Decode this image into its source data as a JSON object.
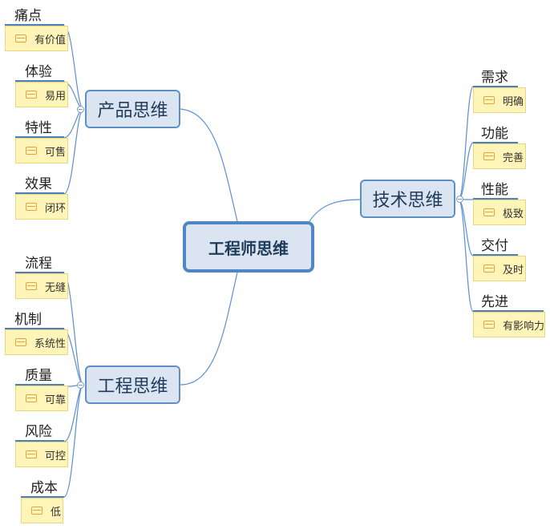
{
  "root": {
    "label": "工程师思维"
  },
  "branches": {
    "product": {
      "label": "产品思维",
      "items": [
        {
          "label": "痛点",
          "note": "有价值"
        },
        {
          "label": "体验",
          "note": "易用"
        },
        {
          "label": "特性",
          "note": "可售"
        },
        {
          "label": "效果",
          "note": "闭环"
        }
      ]
    },
    "engineering": {
      "label": "工程思维",
      "items": [
        {
          "label": "流程",
          "note": "无缝"
        },
        {
          "label": "机制",
          "note": "系统性"
        },
        {
          "label": "质量",
          "note": "可靠"
        },
        {
          "label": "风险",
          "note": "可控"
        },
        {
          "label": "成本",
          "note": "低"
        }
      ]
    },
    "tech": {
      "label": "技术思维",
      "items": [
        {
          "label": "需求",
          "note": "明确"
        },
        {
          "label": "功能",
          "note": "完善"
        },
        {
          "label": "性能",
          "note": "极致"
        },
        {
          "label": "交付",
          "note": "及时"
        },
        {
          "label": "先进",
          "note": "有影响力"
        }
      ]
    }
  },
  "colors": {
    "line": "#5b8fcf",
    "node_fill": "#dbe5f1",
    "note_fill": "#fff5b8",
    "note_icon": "#e6a23c"
  }
}
